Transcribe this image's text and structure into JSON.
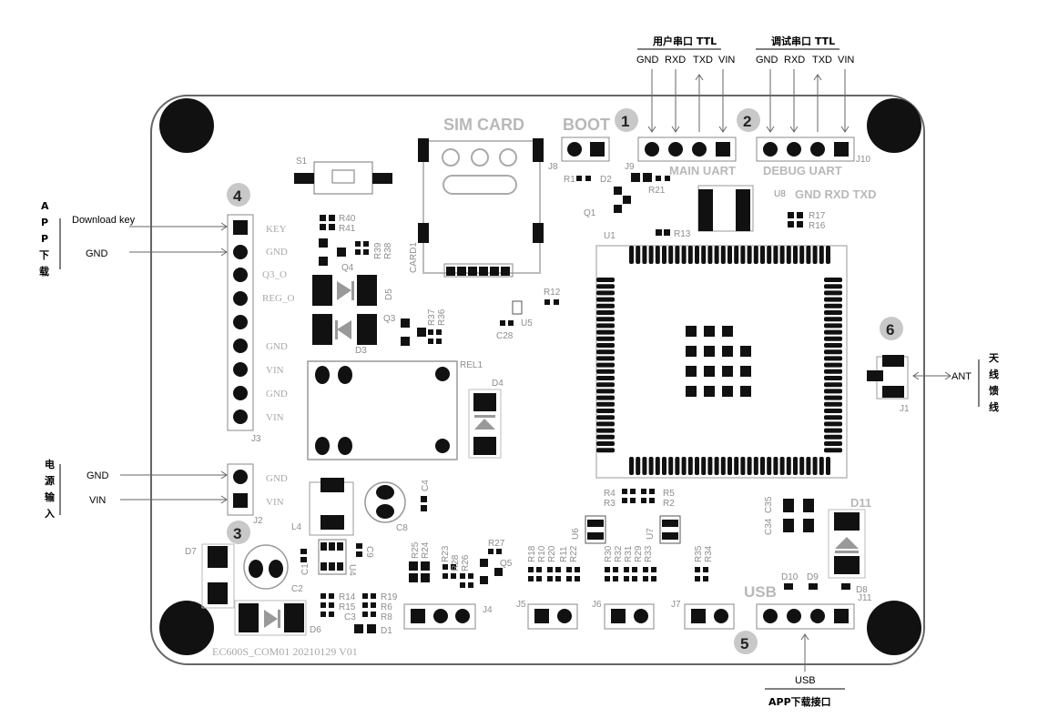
{
  "board": {
    "silkscreen": {
      "sim_card": "SIM CARD",
      "boot": "BOOT",
      "main_uart": "MAIN UART",
      "debug_uart": "DEBUG UART",
      "u8_pins": "GND  RXD  TXD",
      "usb": "USB",
      "version": "EC600S_COM01 20210129 V01",
      "j3_pins": [
        "KEY",
        "GND",
        "Q3_O",
        "REG_O",
        "",
        "GND",
        "VIN",
        "GND",
        "VIN"
      ],
      "j2_pins": [
        "GND",
        "VIN"
      ]
    },
    "refdes": {
      "S1": "S1",
      "J8": "J8",
      "J9": "J9",
      "J10": "J10",
      "R1": "R1",
      "D2": "D2",
      "R21": "R21",
      "Q1": "Q1",
      "U8": "U8",
      "R17": "R17",
      "R16": "R16",
      "R13": "R13",
      "U1": "U1",
      "CARD1": "CARD1",
      "R40": "R40",
      "R41": "R41",
      "R39": "R39",
      "R38": "R38",
      "Q4": "Q4",
      "D5": "D5",
      "Q3": "Q3",
      "R37": "R37",
      "R36": "R36",
      "D3": "D3",
      "R12": "R12",
      "U5": "U5",
      "C28": "C28",
      "REL1": "REL1",
      "D4": "D4",
      "J3": "J3",
      "J2": "J2",
      "C4": "C4",
      "C8": "C8",
      "L4": "L4",
      "U4": "U4",
      "C9": "C9",
      "C1": "C1",
      "D7": "D7",
      "C2": "C2",
      "D6": "D6",
      "R14": "R14",
      "R15": "R15",
      "C3": "C3",
      "R19": "R19",
      "R6": "R6",
      "R8": "R8",
      "D1": "D1",
      "R25": "R25",
      "R24": "R24",
      "R23": "R23",
      "R28": "R28",
      "R26": "R26",
      "R27": "R27",
      "Q5": "Q5",
      "J4": "J4",
      "R18": "R18",
      "R10": "R10",
      "R20": "R20",
      "R11": "R11",
      "R22": "R22",
      "U6": "U6",
      "J5": "J5",
      "R4": "R4",
      "R3": "R3",
      "R5": "R5",
      "R2": "R2",
      "R30": "R30",
      "R32": "R32",
      "R31": "R31",
      "R29": "R29",
      "R33": "R33",
      "U7": "U7",
      "J6": "J6",
      "R35": "R35",
      "R34": "R34",
      "J7": "J7",
      "C34": "C34",
      "C35": "C35",
      "D11": "D11",
      "D10": "D10",
      "D9": "D9",
      "D8": "D8",
      "J11": "J11",
      "J1": "J1"
    }
  },
  "badges": [
    "1",
    "2",
    "3",
    "4",
    "5",
    "6"
  ],
  "annotations": {
    "user_uart": {
      "title": "用户串口 TTL",
      "pins": [
        "GND",
        "RXD",
        "TXD",
        "VIN"
      ]
    },
    "debug_uart": {
      "title": "调试串口 TTL",
      "pins": [
        "GND",
        "RXD",
        "TXD",
        "VIN"
      ]
    },
    "app_download": {
      "vertical": [
        "A",
        "P",
        "P",
        "下",
        "载"
      ],
      "download_key": "Download key",
      "gnd": "GND"
    },
    "power_input": {
      "vertical": [
        "电",
        "源",
        "输",
        "入"
      ],
      "gnd": "GND",
      "vin": "VIN"
    },
    "antenna": {
      "vertical": [
        "天",
        "线",
        "馈",
        "线"
      ],
      "ant": "ANT"
    },
    "usb": {
      "title": "USB",
      "subtitle": "APP下载接口"
    }
  }
}
